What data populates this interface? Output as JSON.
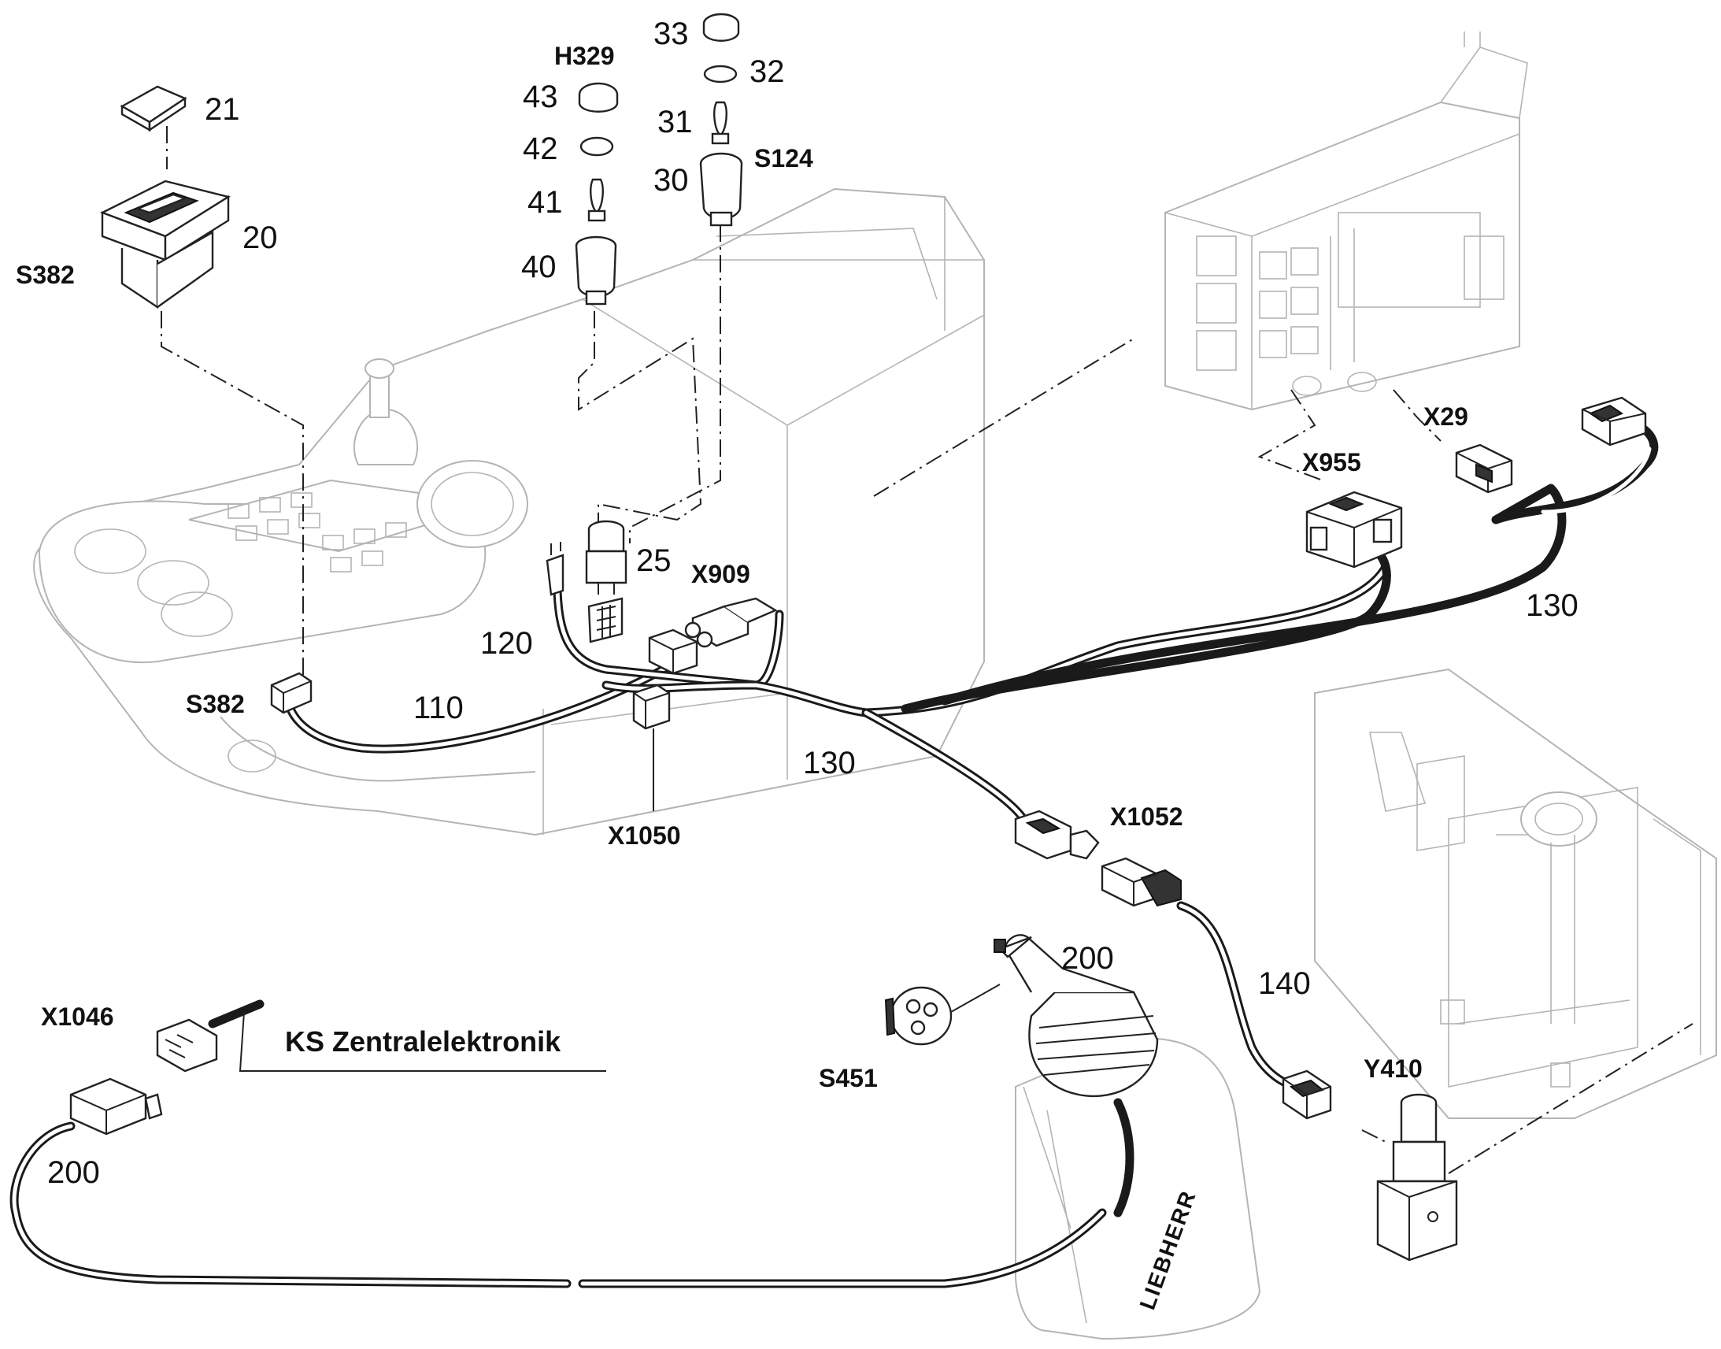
{
  "title": "KS Zentralelektronik",
  "brand": "LIEBHERR",
  "item_numbers": [
    "21",
    "20",
    "43",
    "42",
    "41",
    "40",
    "33",
    "32",
    "31",
    "30",
    "25",
    "120",
    "110",
    "130",
    "130",
    "140",
    "200",
    "200"
  ],
  "codes": [
    "S382",
    "S382",
    "H329",
    "S124",
    "X909",
    "X1050",
    "X955",
    "X29",
    "X1052",
    "Y410",
    "X1046",
    "S451"
  ],
  "colors": {
    "line": "#222222",
    "ghost": "#b4b4b4",
    "background": "#ffffff"
  }
}
